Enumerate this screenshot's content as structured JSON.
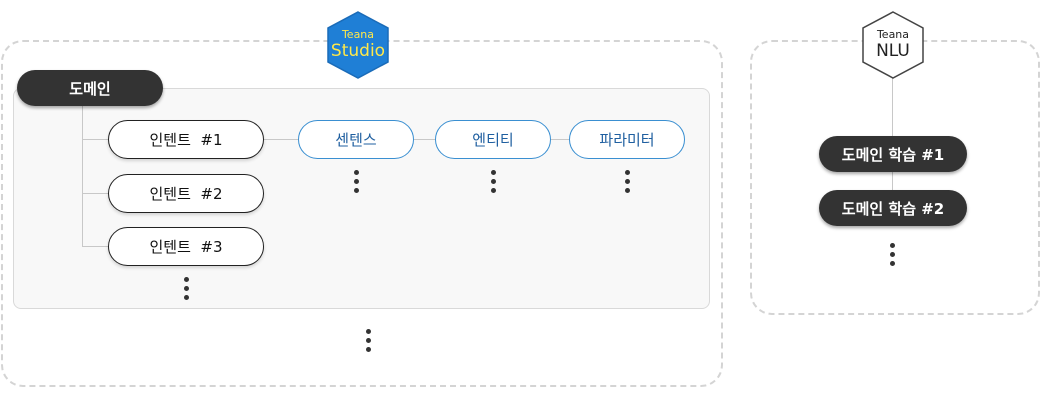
{
  "studio_badge": {
    "top": "Teana",
    "bottom": "Studio"
  },
  "nlu_badge": {
    "top": "Teana",
    "bottom": "NLU"
  },
  "domain_label": "도메인",
  "intents": [
    "인텐트  #1",
    "인텐트  #2",
    "인텐트  #3"
  ],
  "elements": [
    "센텐스",
    "엔티티",
    "파라미터"
  ],
  "trainings": [
    "도메인 학습 #1",
    "도메인 학습 #2"
  ],
  "colors": {
    "studio_blue": "#1f7fd6",
    "studio_text": "#ffe84a",
    "dark": "#333333",
    "accent_blue": "#3a8fd1"
  }
}
